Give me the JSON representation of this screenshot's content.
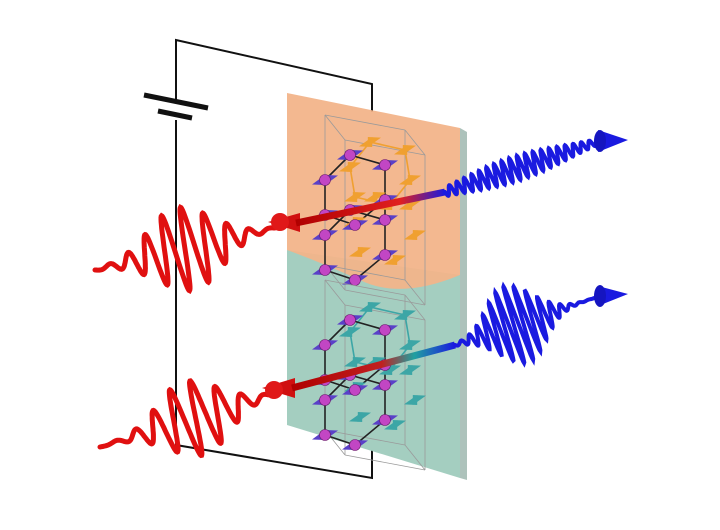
{
  "diagram": {
    "colors": {
      "background": "#ffffff",
      "circuit_wire": "#111111",
      "panel_top": "#f2b48a",
      "panel_bottom": "#9fcbbd",
      "lattice_line": "#9a9a9a",
      "bond": "#222222",
      "atom": "#c246c4",
      "spin_top": "#f0a030",
      "spin_bottom": "#3ca6a6",
      "spin_front": "#5a40c8",
      "input_pulse": "#e01010",
      "output_pulse": "#1a1ae0"
    },
    "components": {
      "battery": "battery-symbol",
      "circuit": "wire-loop",
      "sample_top": "orange-domain",
      "sample_bottom": "green-domain",
      "input_beams": 2,
      "output_beams": 2
    }
  }
}
